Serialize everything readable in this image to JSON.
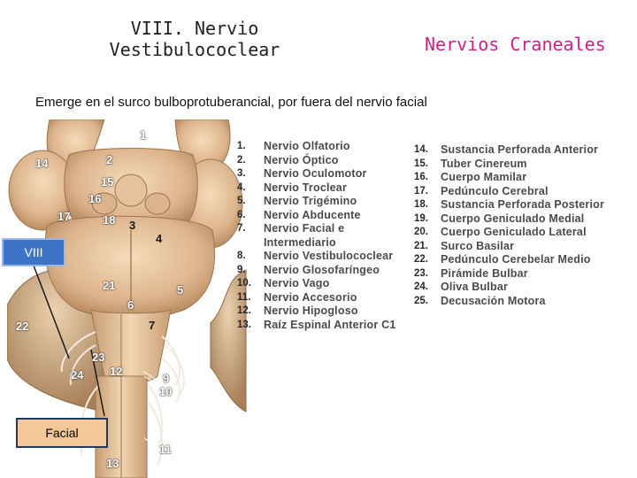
{
  "title": {
    "line1": "VIII. Nervio",
    "line2": "Vestibulococlear"
  },
  "section_title": "Nervios Craneales",
  "subtitle": {
    "prefix": "Emerge en  el ",
    "bold": "surco bulboprotuberancial",
    "suffix": ", por fuera del nervio facial"
  },
  "legend_left": [
    {
      "n": "1.",
      "t": "Nervio Olfatorio"
    },
    {
      "n": "2.",
      "t": "Nervio Óptico"
    },
    {
      "n": "3.",
      "t": "Nervio Oculomotor"
    },
    {
      "n": "4.",
      "t": "Nervio Troclear"
    },
    {
      "n": "5.",
      "t": "Nervio Trigémino"
    },
    {
      "n": "6.",
      "t": "Nervio Abducente"
    },
    {
      "n": "7.",
      "t": "Nervio Facial e Intermediario"
    },
    {
      "n": "8.",
      "t": "Nervio Vestibulococlear"
    },
    {
      "n": "9.",
      "t": "Nervio Glosofaríngeo"
    },
    {
      "n": "10.",
      "t": "Nervio Vago"
    },
    {
      "n": "11.",
      "t": "Nervio Accesorio"
    },
    {
      "n": "12.",
      "t": "Nervio Hipogloso"
    },
    {
      "n": "13.",
      "t": "Raíz Espinal Anterior C1"
    }
  ],
  "legend_right": [
    {
      "n": "14.",
      "t": "Sustancia Perforada Anterior"
    },
    {
      "n": "15.",
      "t": "Tuber Cinereum"
    },
    {
      "n": "16.",
      "t": "Cuerpo Mamilar"
    },
    {
      "n": "17.",
      "t": "Pedúnculo Cerebral"
    },
    {
      "n": "18.",
      "t": "Sustancia Perforada Posterior"
    },
    {
      "n": "19.",
      "t": "Cuerpo Geniculado Medial"
    },
    {
      "n": "20.",
      "t": "Cuerpo Geniculado Lateral"
    },
    {
      "n": "21.",
      "t": "Surco Basilar"
    },
    {
      "n": "22.",
      "t": "Pedúnculo Cerebelar Medio"
    },
    {
      "n": "23.",
      "t": "Pirámide Bulbar"
    },
    {
      "n": "24.",
      "t": "Oliva Bulbar"
    },
    {
      "n": "25.",
      "t": "Decusación Motora"
    }
  ],
  "figure_numbers": {
    "n1": "1",
    "n2": "2",
    "n3": "3",
    "n4": "4",
    "n5": "5",
    "n6": "6",
    "n7": "7",
    "n9": "9",
    "n10": "10",
    "n11": "11",
    "n12": "12",
    "n13": "13",
    "n14": "14",
    "n15": "15",
    "n16": "16",
    "n17": "17",
    "n18": "18",
    "n21": "21",
    "n22": "22",
    "n23": "23",
    "n24": "24"
  },
  "labels": {
    "viii": "VIII",
    "facial": "Facial"
  },
  "colors": {
    "section_title": "#cc1f8a",
    "viii_box": "#3e74c8",
    "facial_box": "#f5c89a"
  }
}
